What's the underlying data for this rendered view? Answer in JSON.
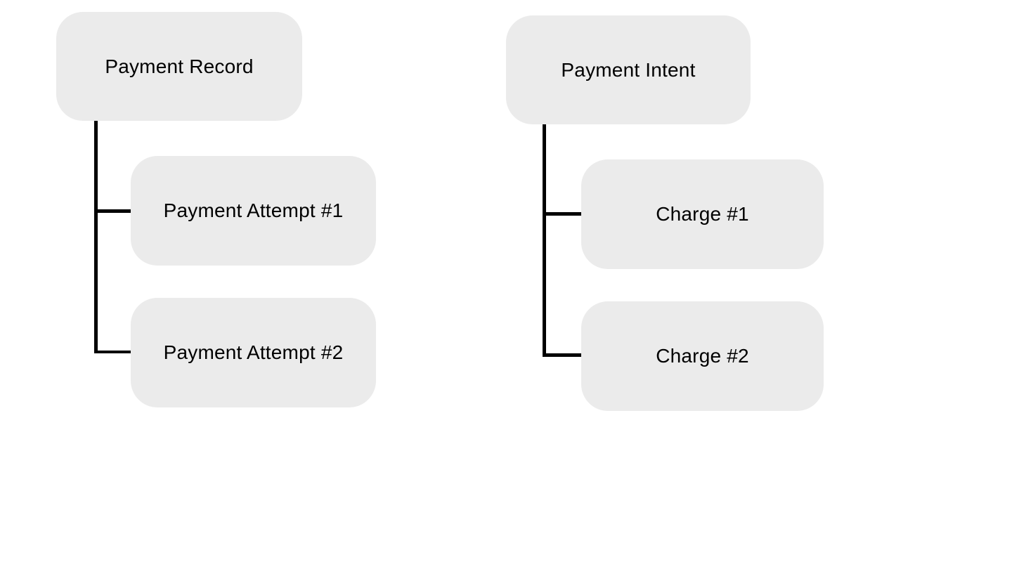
{
  "style": {
    "canvas_background": "#ffffff",
    "node_fill": "#EBEBEB",
    "connector_color": "#000000",
    "label_color": "#000000"
  },
  "trees": [
    {
      "root": {
        "label": "Payment Record"
      },
      "children": [
        {
          "label": "Payment Attempt #1"
        },
        {
          "label": "Payment Attempt #2"
        }
      ]
    },
    {
      "root": {
        "label": "Payment Intent"
      },
      "children": [
        {
          "label": "Charge #1"
        },
        {
          "label": "Charge #2"
        }
      ]
    }
  ]
}
